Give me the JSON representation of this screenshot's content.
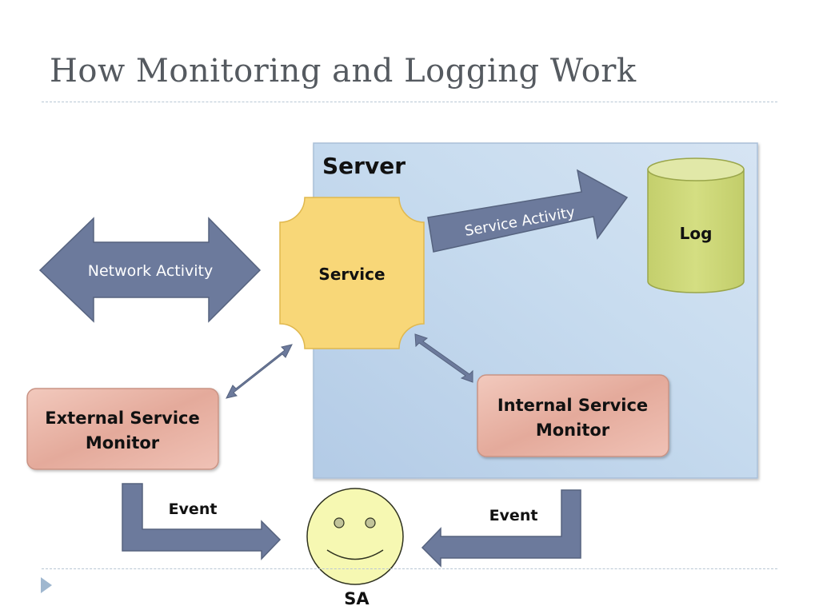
{
  "slide": {
    "title": "How Monitoring and Logging Work"
  },
  "diagram": {
    "server_label": "Server",
    "service_label": "Service",
    "log_label": "Log",
    "service_activity_label": "Service Activity",
    "network_activity_label": "Network Activity",
    "external_monitor_label_line1": "External Service",
    "external_monitor_label_line2": "Monitor",
    "internal_monitor_label_line1": "Internal Service",
    "internal_monitor_label_line2": "Monitor",
    "event_left_label": "Event",
    "event_right_label": "Event",
    "sa_label": "SA"
  },
  "colors": {
    "server_fill": "#c4d9ee",
    "service_fill": "#f8d778",
    "log_fill": "#cfd97a",
    "monitor_fill": "#eab3a6",
    "arrow_fill": "#6c7a9c",
    "face_fill": "#f6f8b2"
  },
  "icons": {
    "navigation": "play-triangle-icon",
    "sysadmin": "smiley-face-icon"
  }
}
